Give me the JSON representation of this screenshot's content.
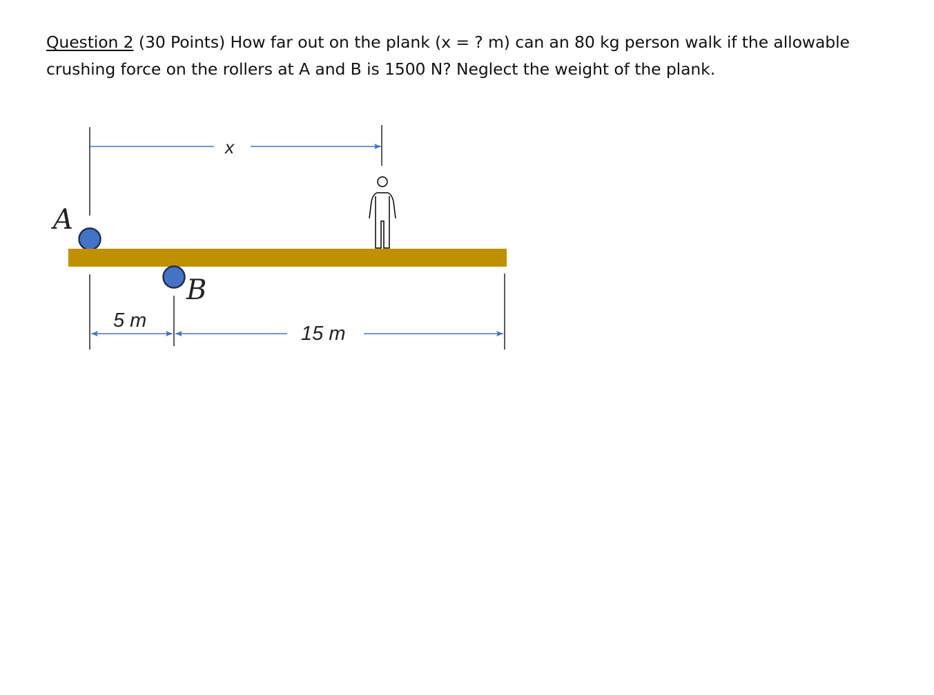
{
  "question": {
    "label": "Question 2",
    "text": " (30 Points) How far out on the plank (x = ? m) can an 80 kg person walk if the allowable crushing force on the rollers at A and B is 1500 N? Neglect the weight of the plank."
  },
  "diagram": {
    "support_a_label": "A",
    "support_b_label": "B",
    "dim_x_label": "x",
    "dim_5_label": "5 m",
    "dim_15_label": "15 m",
    "colors": {
      "plank": "#bf9000",
      "roller": "#4472c4",
      "dimension_line": "#4472c4",
      "extension_line": "#000000"
    }
  }
}
